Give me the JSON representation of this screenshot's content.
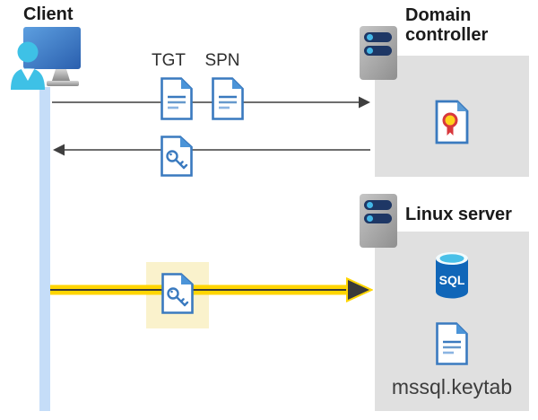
{
  "diagram": {
    "client": {
      "title": "Client"
    },
    "domain_controller": {
      "title": "Domain controller"
    },
    "linux_server": {
      "title": "Linux server",
      "keytab_label": "mssql.keytab"
    },
    "labels": {
      "tgt": "TGT",
      "spn": "SPN"
    },
    "sql_icon_text": "SQL",
    "colors": {
      "icon_blue": "#3a7abf",
      "fold_blue": "#4b94d8",
      "timeline_blue": "#c5ddf8",
      "highlight_yellow": "#faf2cc",
      "arrow_yellow": "#ffd500",
      "arrow_gray": "#3f3f3f",
      "panel_gray": "#e0e0e0",
      "server_bar_navy": "#1e3765",
      "server_dot_blue": "#44b8e8",
      "sql_body_blue": "#1066b8",
      "sql_top_cyan": "#49c0e8",
      "cert_seal_yellow": "#ffd21c",
      "cert_ribbon_red": "#d8383c",
      "person_cyan": "#3ec1e6"
    }
  }
}
